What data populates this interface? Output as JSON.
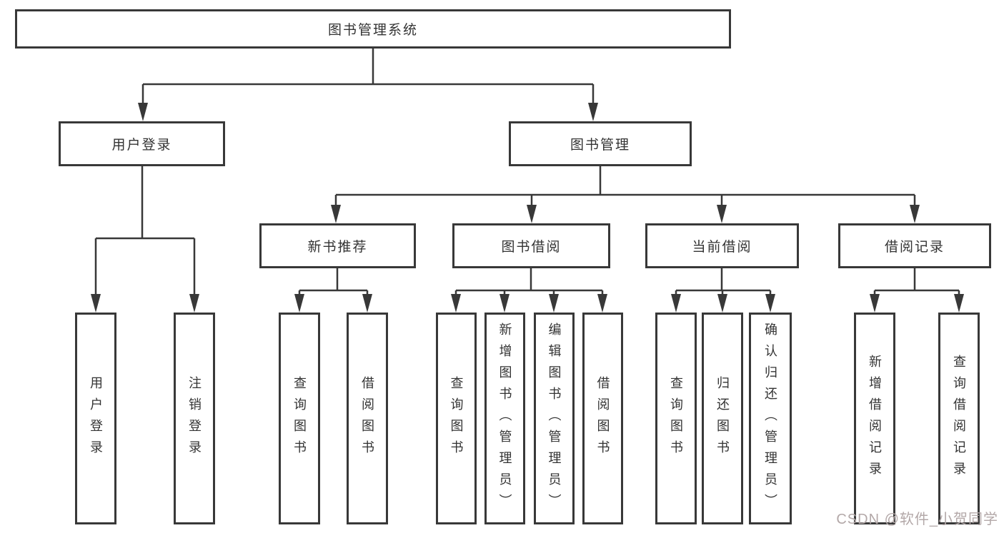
{
  "tree": {
    "root": "图书管理系统",
    "branches": [
      {
        "label": "用户登录",
        "children": [
          "用户登录",
          "注销登录"
        ]
      },
      {
        "label": "图书管理",
        "groups": [
          {
            "label": "新书推荐",
            "children": [
              "查询图书",
              "借阅图书"
            ]
          },
          {
            "label": "图书借阅",
            "children": [
              "查询图书",
              "新增图书（管理员）",
              "编辑图书（管理员）",
              "借阅图书"
            ]
          },
          {
            "label": "当前借阅",
            "children": [
              "查询图书",
              "归还图书",
              "确认归还（管理员）"
            ]
          },
          {
            "label": "借阅记录",
            "children": [
              "新增借阅记录",
              "查询借阅记录"
            ]
          }
        ]
      }
    ]
  },
  "colors": {
    "line": "#383838",
    "box_border": "#383838",
    "box_background": "#ffffff",
    "text": "#333333",
    "watermark": "#b3a8a8"
  },
  "watermark": {
    "text": "CSDN @软件_小贺同学"
  }
}
